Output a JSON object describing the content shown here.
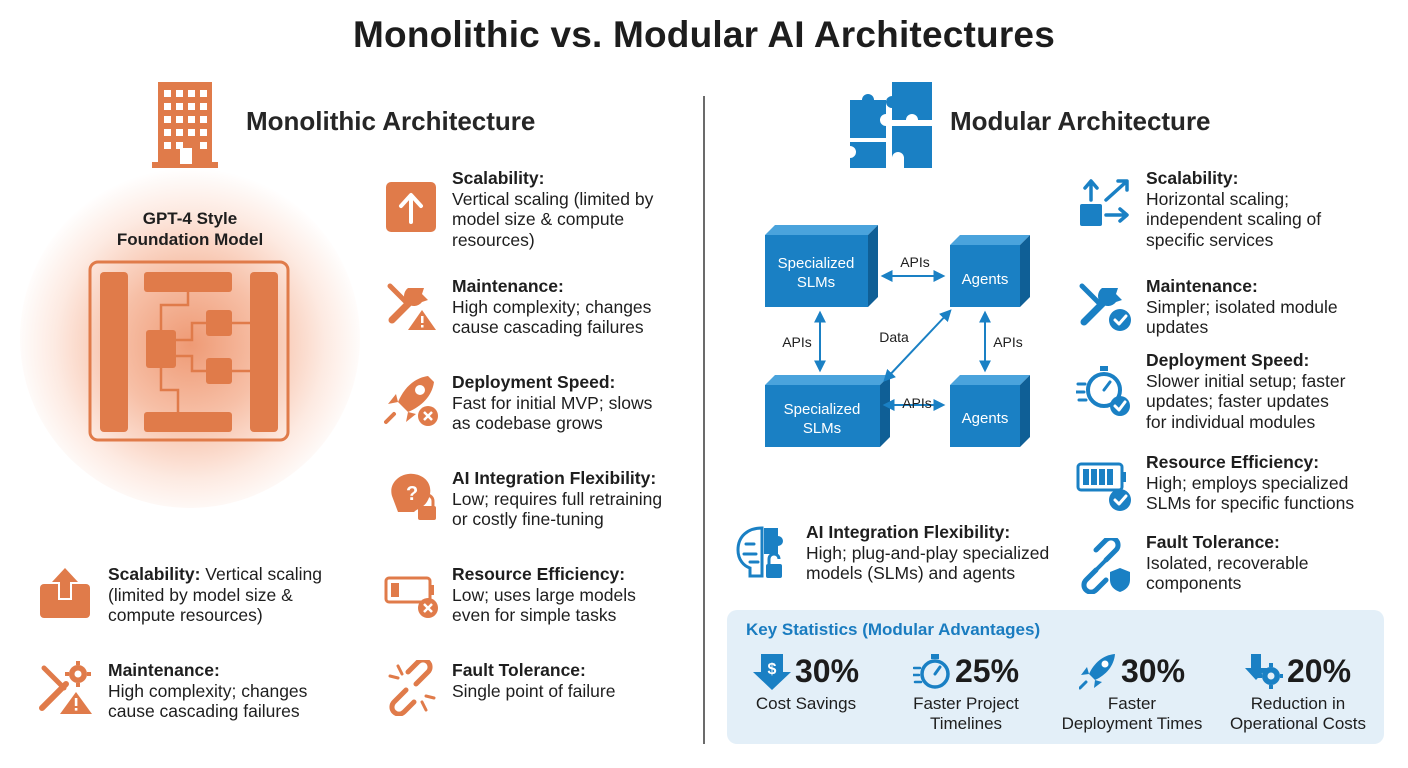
{
  "title": "Monolithic vs. Modular AI Architectures",
  "colors": {
    "orange": "#e07b4a",
    "blue": "#1a80c4",
    "statsBg": "#e3eff8"
  },
  "monolithic": {
    "heading": "Monolithic Architecture",
    "icon": "building-icon",
    "model_label": "GPT-4 Style\nFoundation Model",
    "right_items": [
      {
        "icon": "arrow-up-box-icon",
        "title": "Scalability:",
        "body": "Vertical scaling (limited by\nmodel size & compute\nresources)"
      },
      {
        "icon": "wrench-warning-icon",
        "title": "Maintenance:",
        "body": "High complexity; changes\ncause cascading failures"
      },
      {
        "icon": "rocket-x-icon",
        "title": "Deployment Speed:",
        "body": "Fast for initial MVP; slows\nas codebase grows"
      },
      {
        "icon": "brain-lock-icon",
        "title": "AI Integration Flexibility:",
        "body": "Low; requires full retraining\nor costly fine-tuning"
      },
      {
        "icon": "battery-x-icon",
        "title": "Resource Efficiency:",
        "body": "Low; uses large models\neven for simple tasks"
      },
      {
        "icon": "broken-link-icon",
        "title": "Fault Tolerance:",
        "body": "Single point of failure"
      }
    ],
    "left_items": [
      {
        "icon": "upload-box-icon",
        "title": "Scalability:",
        "body": " Vertical scaling\n(limited by model size &\ncompute resources)"
      },
      {
        "icon": "tools-gear-warning-icon",
        "title": "Maintenance:",
        "body": "High complexity; changes\ncause cascading failures"
      }
    ]
  },
  "modular": {
    "heading": "Modular Architecture",
    "icon": "puzzle-icon",
    "diagram": {
      "boxes": [
        "Specialized\nSLMs",
        "Agents",
        "Specialized\nSLMs",
        "Agents"
      ],
      "edge_labels": [
        "APIs",
        "APIs",
        "Data",
        "APIs",
        "APIs"
      ]
    },
    "right_items": [
      {
        "icon": "scale-arrows-icon",
        "title": "Scalability:",
        "body": "Horizontal scaling;\nindependent scaling of\nspecific services"
      },
      {
        "icon": "wrench-check-icon",
        "title": "Maintenance:",
        "body": "Simpler; isolated module\nupdates"
      },
      {
        "icon": "stopwatch-check-icon",
        "title": "Deployment Speed:",
        "body": "Slower initial setup; faster\nupdates; faster updates\nfor individual modules"
      },
      {
        "icon": "battery-check-icon",
        "title": "Resource Efficiency:",
        "body": "High; employs specialized\nSLMs for specific functions"
      },
      {
        "icon": "link-shield-icon",
        "title": "Fault Tolerance:",
        "body": "Isolated, recoverable\ncomponents"
      }
    ],
    "left_item": {
      "icon": "brain-puzzle-icon",
      "title": "AI Integration Flexibility:",
      "body": "High; plug-and-play specialized\nmodels (SLMs) and agents"
    },
    "stats": {
      "title": "Key Statistics (Modular Advantages)",
      "items": [
        {
          "icon": "dollar-down-icon",
          "value": "30%",
          "label": "Cost Savings"
        },
        {
          "icon": "fast-stopwatch-icon",
          "value": "25%",
          "label": "Faster Project\nTimelines"
        },
        {
          "icon": "rocket-icon",
          "value": "30%",
          "label": "Faster\nDeployment Times"
        },
        {
          "icon": "gear-down-icon",
          "value": "20%",
          "label": "Reduction in\nOperational Costs"
        }
      ]
    }
  }
}
